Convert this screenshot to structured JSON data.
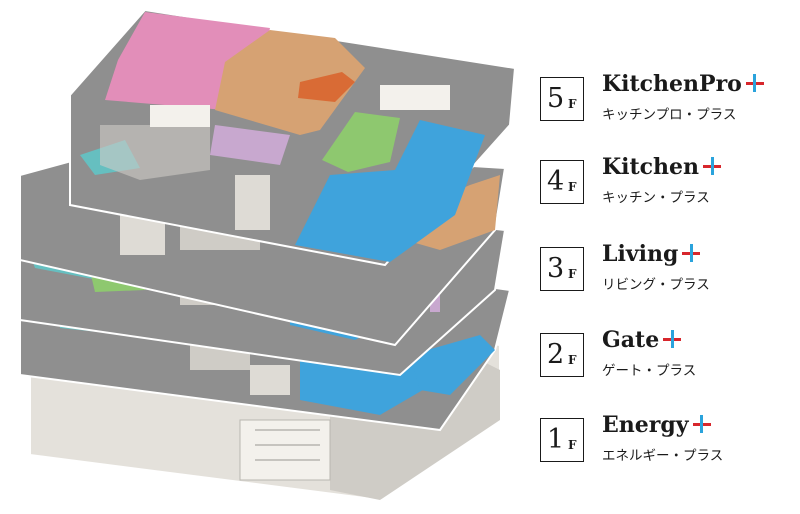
{
  "colors": {
    "plus_horizontal": "#d7262c",
    "plus_vertical": "#2aa3dc",
    "floor_gray": "#8f8f8f",
    "floor_light": "#e4e1db",
    "zone_pink": "#e28eb9",
    "zone_tan": "#d6a273",
    "zone_orange": "#d96b35",
    "zone_lavender": "#c8a8cf",
    "zone_green": "#8ec86f",
    "zone_blue": "#3fa3dc",
    "zone_teal": "#66bfc0"
  },
  "floors": [
    {
      "level": "5",
      "unit": "F",
      "name": "KitchenPro",
      "subtitle": "キッチンプロ・プラス"
    },
    {
      "level": "4",
      "unit": "F",
      "name": "Kitchen",
      "subtitle": "キッチン・プラス"
    },
    {
      "level": "3",
      "unit": "F",
      "name": "Living",
      "subtitle": "リビング・プラス"
    },
    {
      "level": "2",
      "unit": "F",
      "name": "Gate",
      "subtitle": "ゲート・プラス"
    },
    {
      "level": "1",
      "unit": "F",
      "name": "Energy",
      "subtitle": "エネルギー・プラス"
    }
  ]
}
